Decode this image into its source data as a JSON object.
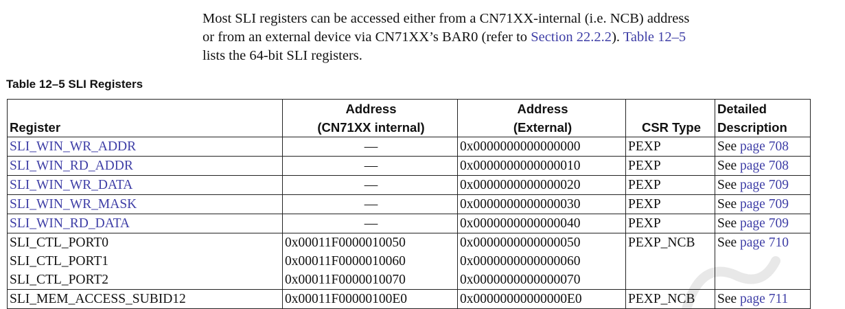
{
  "intro": {
    "line1": "Most SLI registers can be accessed either from a CN71XX-internal (i.e. NCB) address",
    "line2_pre": "or from an external device via CN71XX’s BAR0 (refer to ",
    "line2_link1": "Section 22.2.2",
    "line2_mid": "). ",
    "line2_link2": "Table 12–5",
    "line3": "lists the 64-bit SLI registers."
  },
  "table_title": "Table 12–5 SLI Registers",
  "columns": {
    "register": "Register",
    "int_addr_line1": "Address",
    "int_addr_line2": "(CN71XX internal)",
    "ext_addr_line1": "Address",
    "ext_addr_line2": "(External)",
    "csr_type": "CSR Type",
    "desc_line1": "Detailed",
    "desc_line2": "Description"
  },
  "rows": [
    {
      "register": "SLI_WIN_WR_ADDR",
      "int_addr": "—",
      "ext_addr": "0x0000000000000000",
      "csr_type": "PEXP",
      "desc_pre": "See ",
      "desc_link": "page 708"
    },
    {
      "register": "SLI_WIN_RD_ADDR",
      "int_addr": "—",
      "ext_addr": "0x0000000000000010",
      "csr_type": "PEXP",
      "desc_pre": "See ",
      "desc_link": "page 708"
    },
    {
      "register": "SLI_WIN_WR_DATA",
      "int_addr": "—",
      "ext_addr": "0x0000000000000020",
      "csr_type": "PEXP",
      "desc_pre": "See ",
      "desc_link": "page 709"
    },
    {
      "register": "SLI_WIN_WR_MASK",
      "int_addr": "—",
      "ext_addr": "0x0000000000000030",
      "csr_type": "PEXP",
      "desc_pre": "See ",
      "desc_link": "page 709"
    },
    {
      "register": "SLI_WIN_RD_DATA",
      "int_addr": "—",
      "ext_addr": "0x0000000000000040",
      "csr_type": "PEXP",
      "desc_pre": "See ",
      "desc_link": "page 709"
    },
    {
      "register": "SLI_CTL_PORT0",
      "int_addr": "0x00011F0000010050",
      "ext_addr": "0x0000000000000050",
      "csr_type": "PEXP_NCB",
      "desc_pre": "See ",
      "desc_link": "page 710"
    },
    {
      "register": "SLI_CTL_PORT1",
      "int_addr": "0x00011F0000010060",
      "ext_addr": "0x0000000000000060",
      "csr_type": "",
      "desc_pre": "",
      "desc_link": ""
    },
    {
      "register": "SLI_CTL_PORT2",
      "int_addr": "0x00011F0000010070",
      "ext_addr": "0x0000000000000070",
      "csr_type": "",
      "desc_pre": "",
      "desc_link": ""
    }
  ],
  "partial_row": {
    "register": "SLI_MEM_ACCESS_SUBID12",
    "int_addr": "0x00011F00000100E0",
    "ext_addr": "0x00000000000000E0",
    "csr_type": "PEXP_NCB",
    "desc_pre": "See ",
    "desc_link": "page 711"
  },
  "colors": {
    "link": "#3e3ea6",
    "text": "#111111",
    "border": "#222222",
    "watermark": "#e8e8e8"
  }
}
